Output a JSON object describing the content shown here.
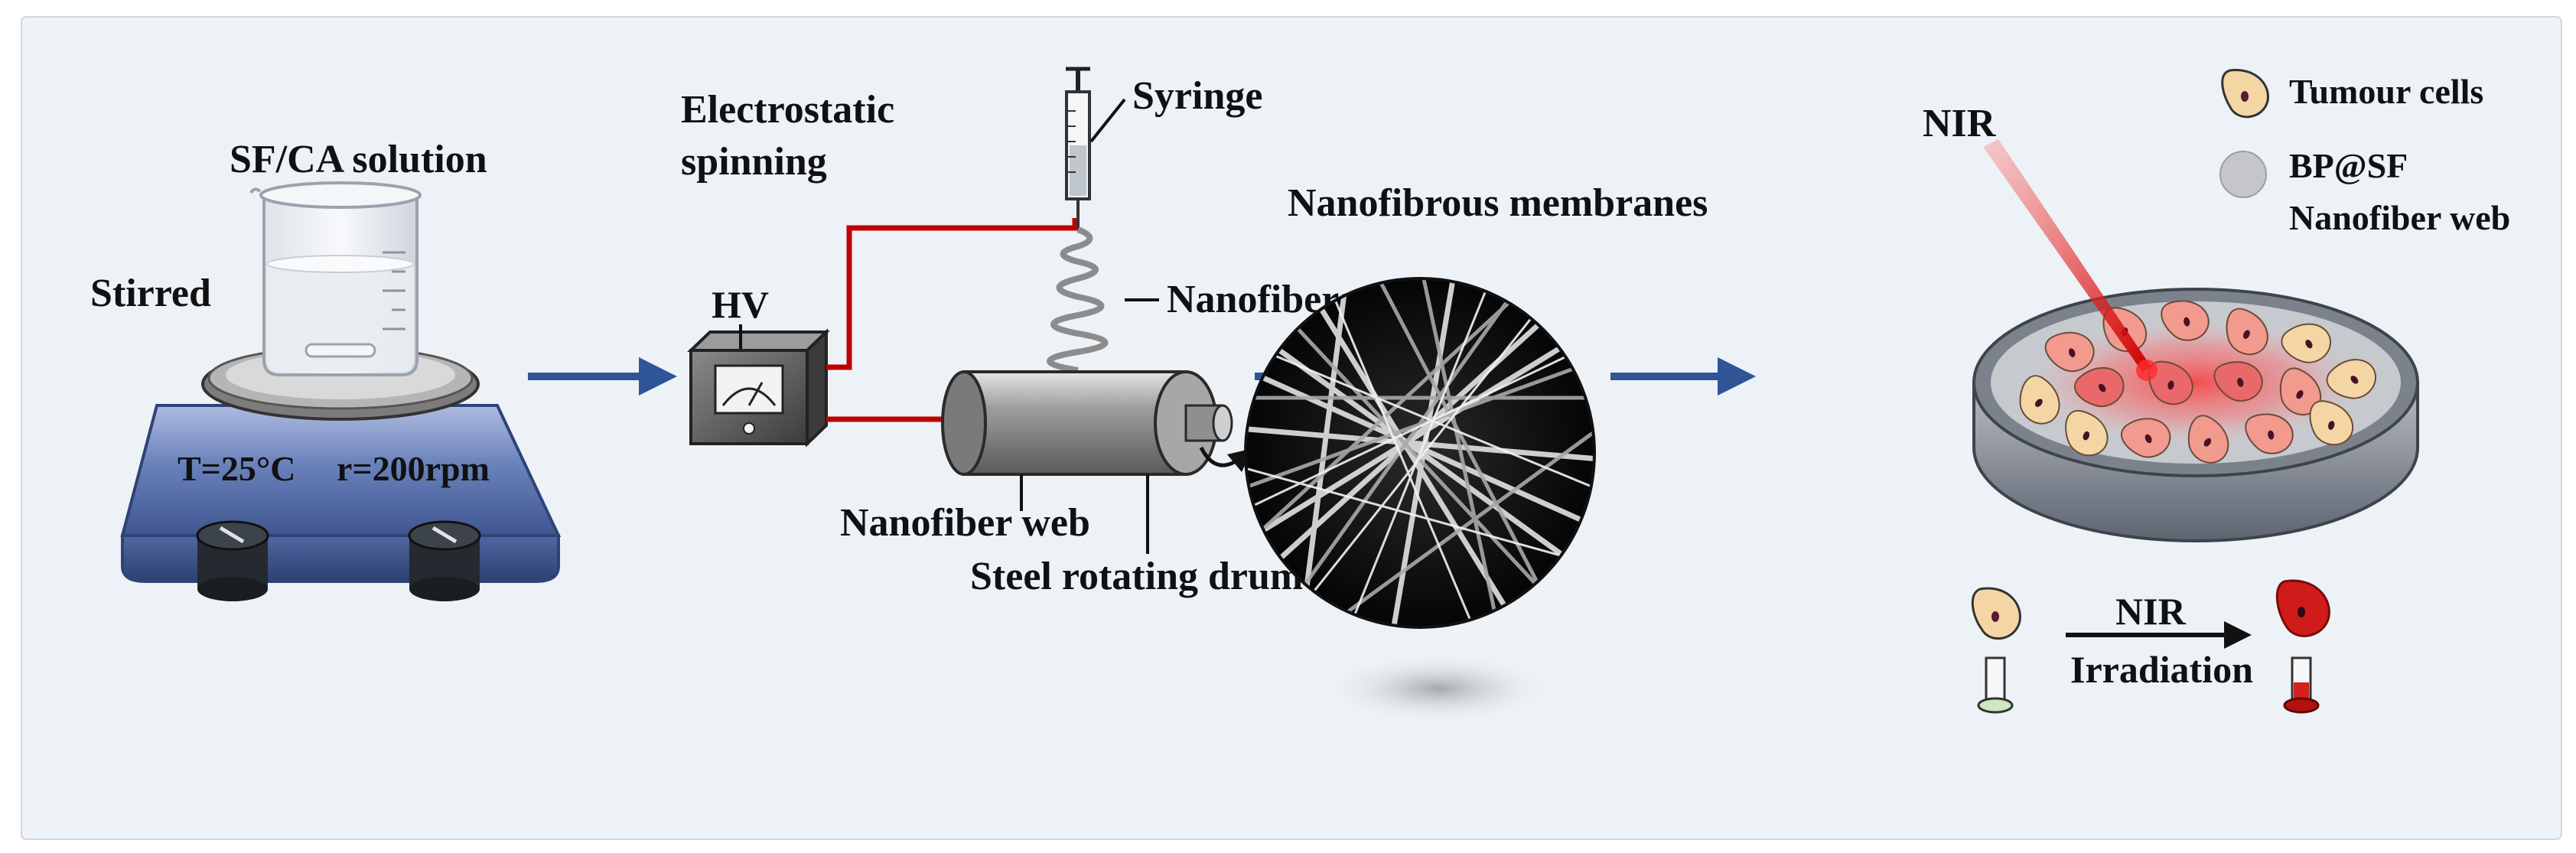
{
  "labels": {
    "sf_ca_solution": "SF/CA solution",
    "stirred": "Stirred",
    "temperature": "T=25°C",
    "rpm": "r=200rpm",
    "electrostatic": "Electrostatic",
    "spinning": "spinning",
    "syringe": "Syringe",
    "hv": "HV",
    "nanofibers": "Nanofibers",
    "nanofiber_web": "Nanofiber web",
    "steel_drum": "Steel rotating drum",
    "nanofibrous_membranes": "Nanofibrous membranes",
    "nir": "NIR",
    "tumour_cells": "Tumour cells",
    "bp_sf": "BP@SF",
    "nanofiber_web_legend": "Nanofiber web",
    "nir_small": "NIR",
    "irradiation": "Irradiation"
  },
  "colors": {
    "background": "#edf2f7",
    "arrow": "#2f5597",
    "wire": "#c00000",
    "laser": "#d41c1c",
    "stirrer_base": "#5b73a8",
    "cell": "#f4d6a4",
    "dead_cell": "#d11a1a"
  }
}
